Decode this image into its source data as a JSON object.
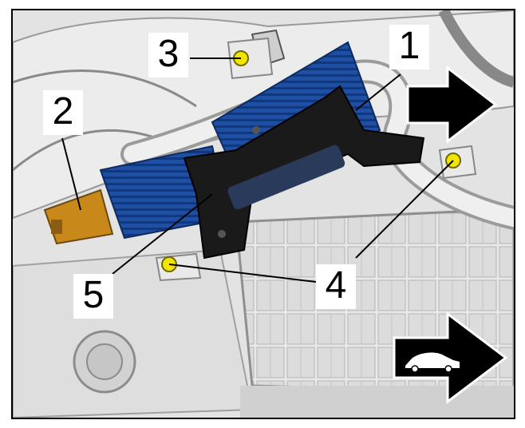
{
  "callouts": {
    "c1": "1",
    "c2": "2",
    "c3": "3",
    "c4": "4",
    "c5": "5"
  },
  "icons": {
    "direction_arrow": "arrow-right-icon",
    "vehicle": "car-icon"
  },
  "colors": {
    "module_blue": "#1f4fa3",
    "connector_orange": "#c8891a",
    "bolt_yellow": "#f2e600",
    "bracket_black": "#1a1a1a"
  }
}
